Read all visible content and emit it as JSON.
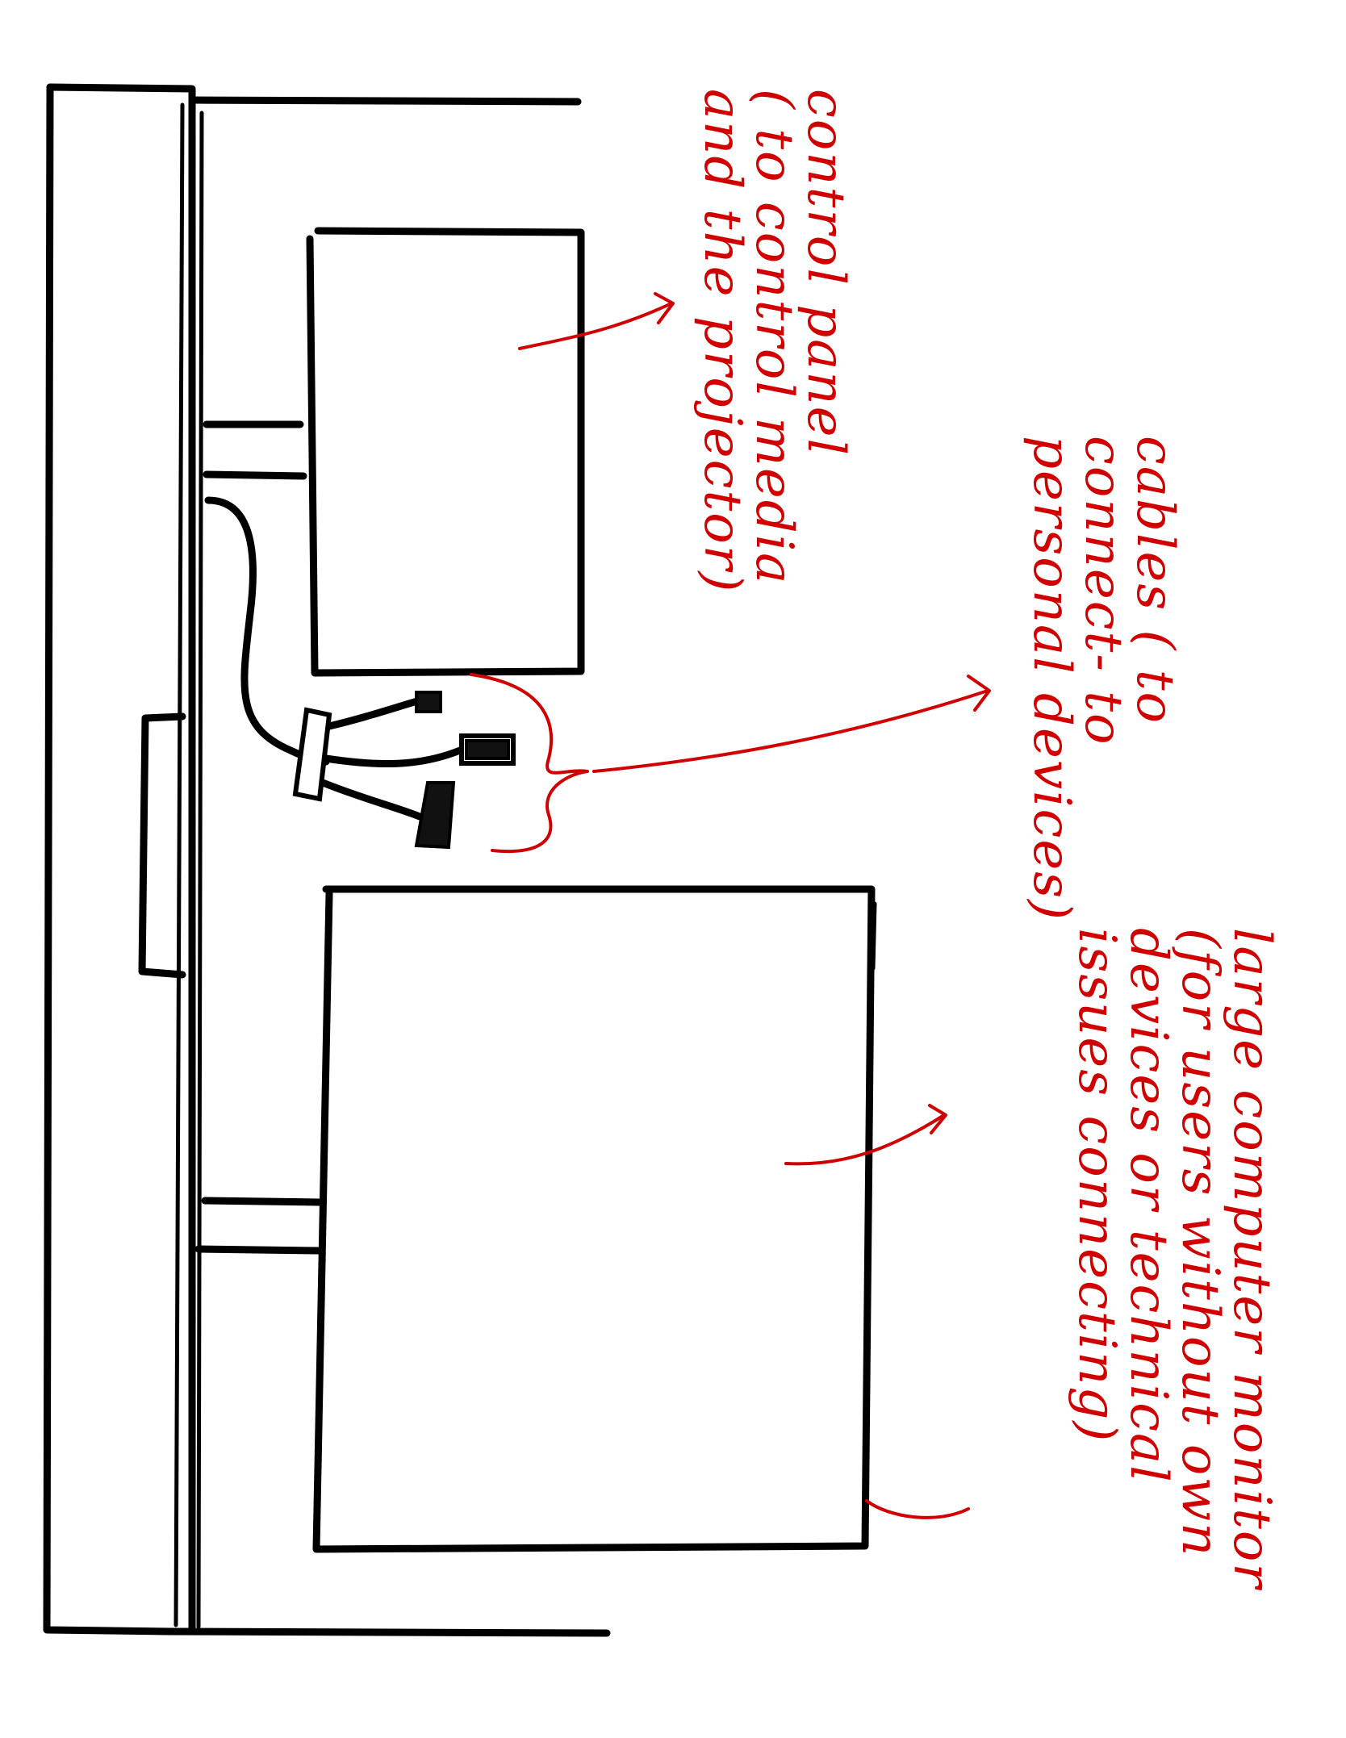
{
  "diagram": {
    "ink_color": "#000000",
    "annotation_color": "#d00000",
    "orientation_note_visible": "",
    "annotations": {
      "control_panel": {
        "lines": [
          "control panel",
          "( to control media",
          "and the projector)"
        ]
      },
      "cables": {
        "lines": [
          "cables ( to",
          "connect- to",
          "personal devices)"
        ]
      },
      "monitor": {
        "lines": [
          "large computer monitor",
          "(for users without own",
          "devices or technical",
          "issues connecting)"
        ]
      }
    }
  }
}
